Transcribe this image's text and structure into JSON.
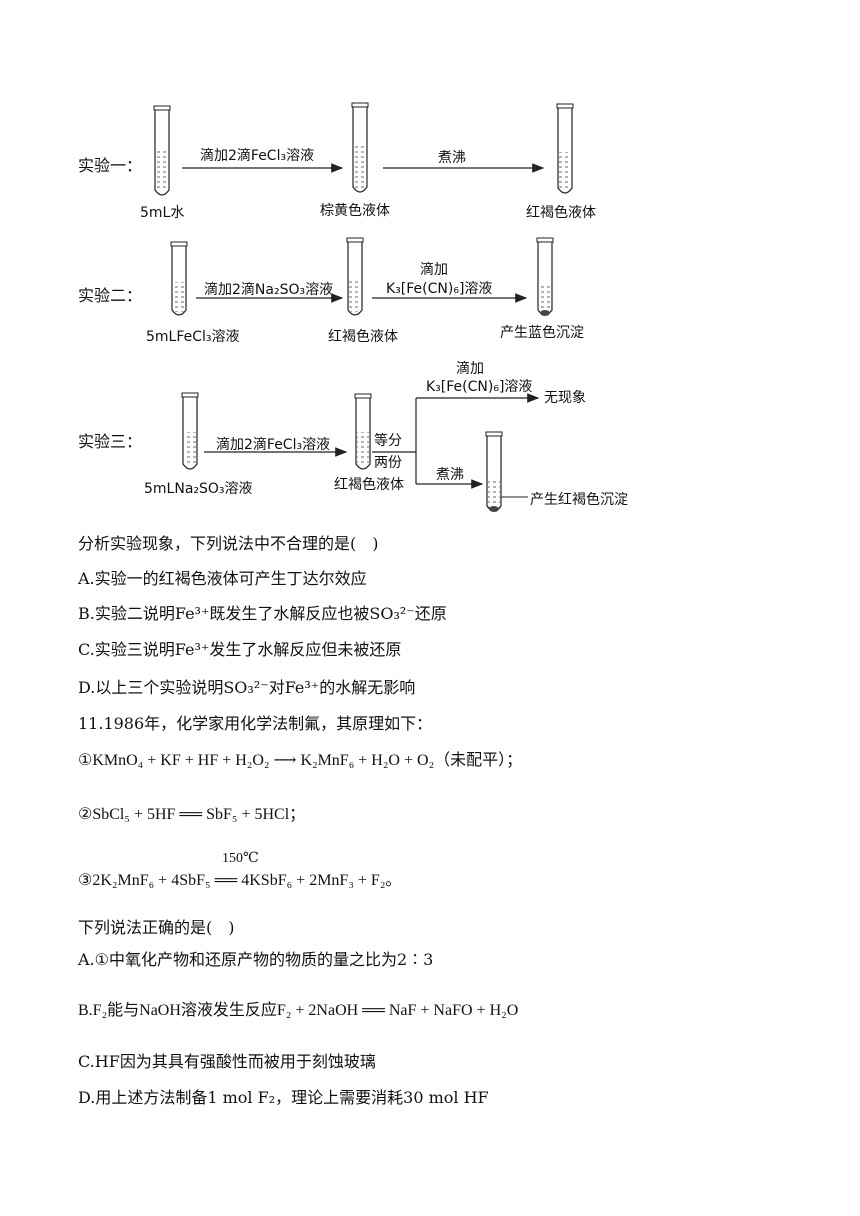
{
  "experiment1": {
    "label": "实验一：",
    "tube1_caption": "5mL水",
    "arrow1_text": "滴加2滴FeCl₃溶液",
    "tube2_caption": "棕黄色液体",
    "arrow2_text": "煮沸",
    "tube3_caption": "红褐色液体"
  },
  "experiment2": {
    "label": "实验二：",
    "tube1_caption": "5mLFeCl₃溶液",
    "arrow1_text": "滴加2滴Na₂SO₃溶液",
    "tube2_caption": "红褐色液体",
    "arrow2_text_top": "滴加",
    "arrow2_text": "K₃[Fe(CN)₆]溶液",
    "tube3_caption": "产生蓝色沉淀"
  },
  "experiment3": {
    "label": "实验三：",
    "tube1_caption": "5mLNa₂SO₃溶液",
    "arrow1_text": "滴加2滴FeCl₃溶液",
    "tube2_caption": "红褐色液体",
    "split_text_1": "等分",
    "split_text_2": "两份",
    "upper_text_top": "滴加",
    "upper_text": "K₃[Fe(CN)₆]溶液",
    "upper_result": "无现象",
    "lower_text": "煮沸",
    "lower_result": "产生红褐色沉淀"
  },
  "q10": {
    "stem": "分析实验现象，下列说法中不合理的是(　)",
    "A": "A.实验一的红褐色液体可产生丁达尔效应",
    "B": "B.实验二说明Fe³⁺既发生了水解反应也被SO₃²⁻还原",
    "C": "C.实验三说明Fe³⁺发生了水解反应但未被还原",
    "D": "D.以上三个实验说明SO₃²⁻对Fe³⁺的水解无影响"
  },
  "q11": {
    "stem": "11.1986年，化学家用化学法制氟，其原理如下：",
    "r1": "①KMnO₄ + KF + HF + H₂O₂ ⟶ K₂MnF₆ + H₂O + O₂（未配平）；",
    "r2": "②SbCl₅ + 5HF ══ SbF₅ + 5HCl；",
    "r3_condition": "150℃",
    "r3": "③2K₂MnF₆ + 4SbF₅ ══ 4KSbF₆ + 2MnF₃ + F₂。",
    "question": "下列说法正确的是(　)",
    "A": "A.①中氧化产物和还原产物的物质的量之比为2∶3",
    "B": "B.F₂能与NaOH溶液发生反应F₂ + 2NaOH ══ NaF + NaFO + H₂O",
    "C": "C.HF因为其具有强酸性而被用于刻蚀玻璃",
    "D": "D.用上述方法制备1 mol F₂，理论上需要消耗30 mol HF"
  }
}
